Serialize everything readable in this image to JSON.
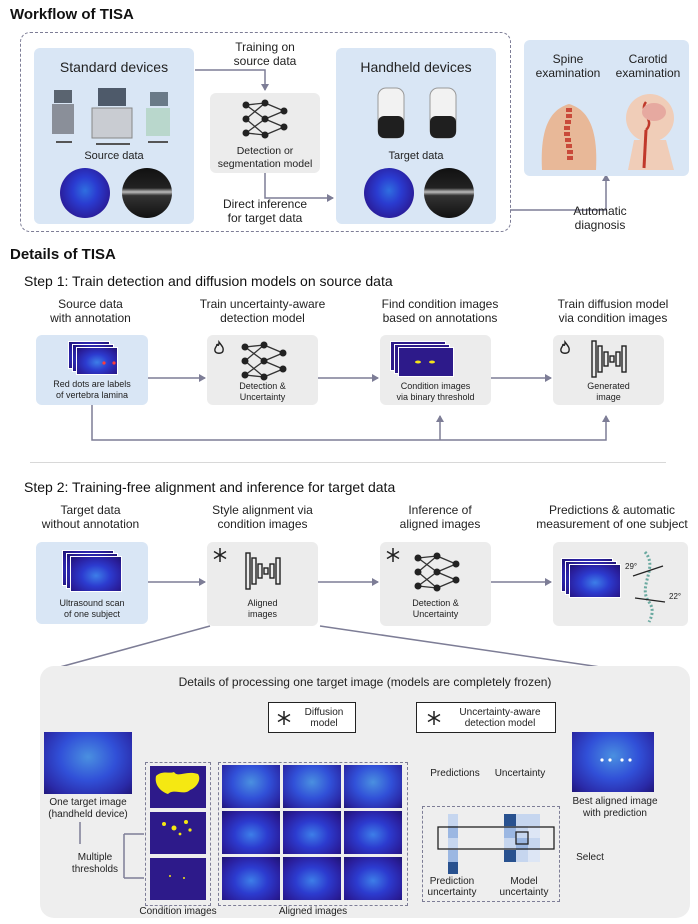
{
  "workflow": {
    "title": "Workflow of TISA",
    "standard_devices": "Standard devices",
    "source_data": "Source data",
    "training_on_source": [
      "Training on",
      "source data"
    ],
    "model_label": [
      "Detection or",
      "segmentation model"
    ],
    "direct_inference": [
      "Direct inference",
      "for target data"
    ],
    "handheld_devices": "Handheld devices",
    "target_data": "Target data",
    "spine_exam": [
      "Spine",
      "examination"
    ],
    "carotid_exam": [
      "Carotid",
      "examination"
    ],
    "automatic_diagnosis": [
      "Automatic",
      "diagnosis"
    ]
  },
  "details": {
    "title": "Details of TISA",
    "step1": {
      "title": "Step 1: Train detection and diffusion models on source data",
      "col1_head": [
        "Source data",
        "with annotation"
      ],
      "col1_caption": [
        "Red dots are labels",
        "of vertebra lamina"
      ],
      "col2_head": [
        "Train uncertainty-aware",
        "detection model"
      ],
      "col2_caption": [
        "Detection &",
        "Uncertainty"
      ],
      "col3_head": [
        "Find condition images",
        "based on annotations"
      ],
      "col3_caption": [
        "Condition images",
        "via binary threshold"
      ],
      "col4_head": [
        "Train diffusion model",
        "via condition images"
      ],
      "col4_caption": [
        "Generated",
        "image"
      ]
    },
    "step2": {
      "title": "Step 2: Training-free alignment and inference for target data",
      "col1_head": [
        "Target data",
        "without annotation"
      ],
      "col1_caption": [
        "Ultrasound scan",
        "of one subject"
      ],
      "col2_head": [
        "Style alignment via",
        "condition images"
      ],
      "col2_caption": [
        "Aligned",
        "images"
      ],
      "col3_head": [
        "Inference of",
        "aligned images"
      ],
      "col3_caption": [
        "Detection &",
        "Uncertainty"
      ],
      "col4_head": [
        "Predictions & automatic",
        "measurement of one subject"
      ],
      "angle1": "29°",
      "angle2": "22°"
    },
    "processing": {
      "title": "Details of processing one target image (models are completely frozen)",
      "diffusion_model": [
        "Diffusion",
        "model"
      ],
      "uad_model": [
        "Uncertainty-aware",
        "detection model"
      ],
      "one_target": [
        "One target image",
        "(handheld device)"
      ],
      "multiple_thresholds": [
        "Multiple",
        "thresholds"
      ],
      "condition_images": "Condition images",
      "aligned_images": "Aligned images",
      "predictions": "Predictions",
      "uncertainty": "Uncertainty",
      "prediction_uncertainty": [
        "Prediction",
        "uncertainty"
      ],
      "model_uncertainty": [
        "Model",
        "uncertainty"
      ],
      "select": "Select",
      "best_aligned": [
        "Best aligned image",
        "with prediction"
      ]
    }
  },
  "colors": {
    "panel_blue": "#d9e6f5",
    "panel_gray": "#ececec",
    "arrow": "#7d7d96",
    "ultrasound_blue": "#2a2aa8"
  }
}
